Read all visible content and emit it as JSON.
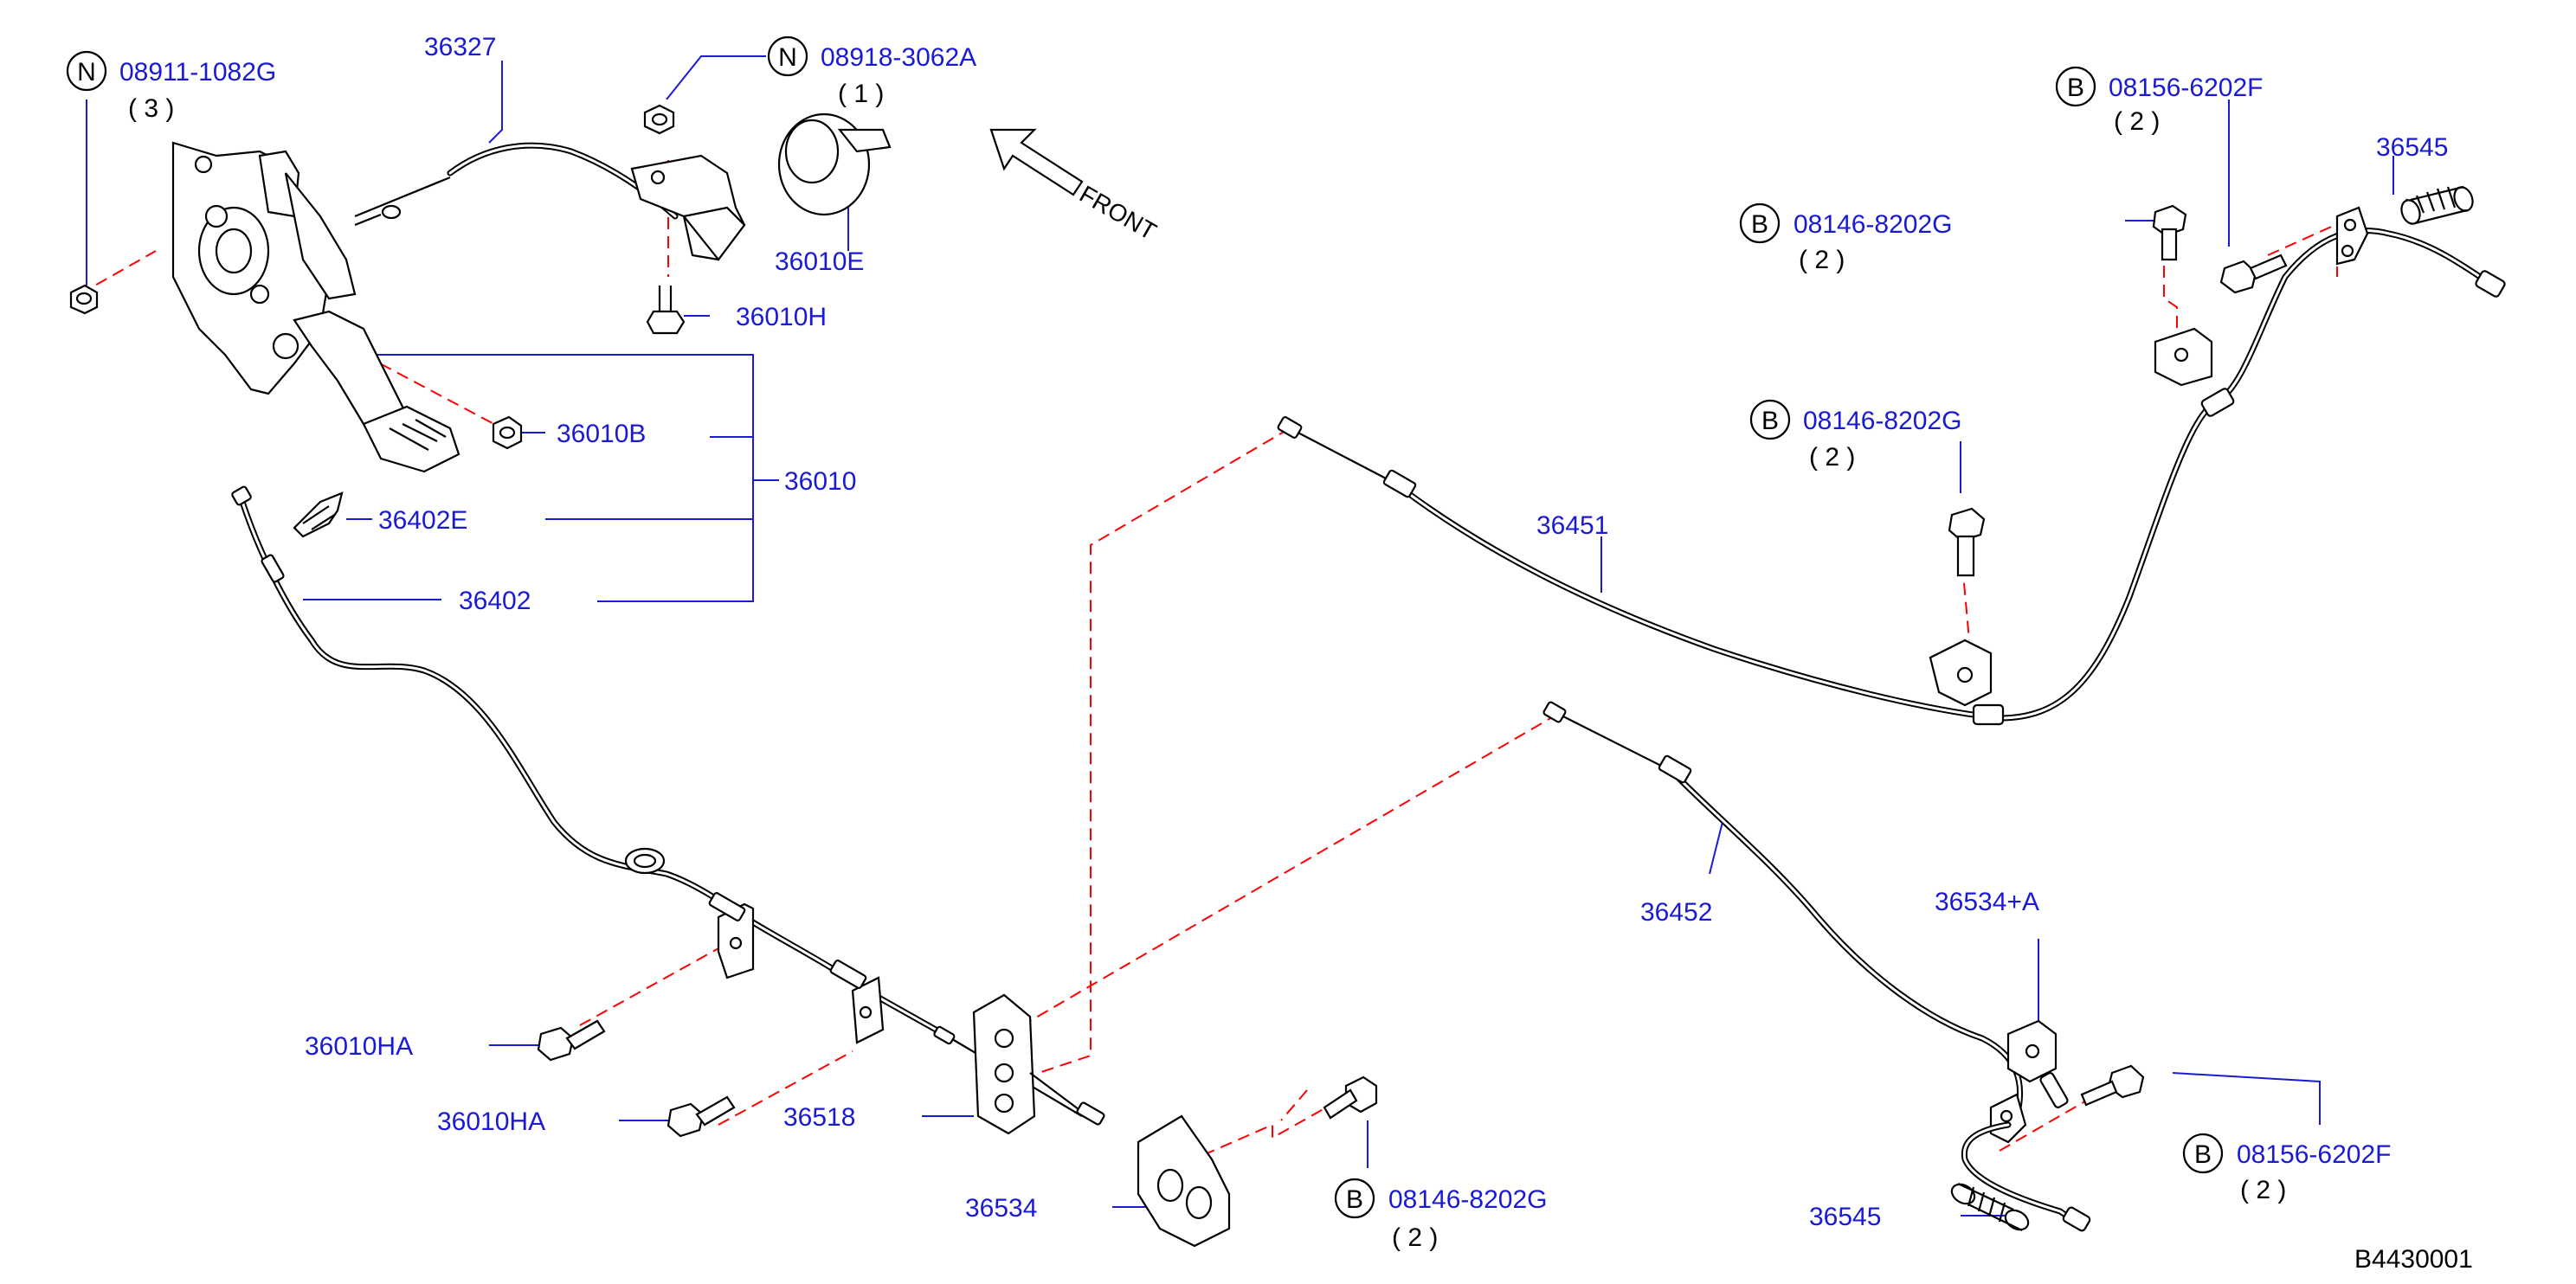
{
  "diagram": {
    "code": "B4430001",
    "front_label": "FRONT",
    "callouts": [
      {
        "id": "c-08911",
        "prefix": "N",
        "part": "08911-1082G",
        "qty": "( 3 )"
      },
      {
        "id": "c-08918",
        "prefix": "N",
        "part": "08918-3062A",
        "qty": "( 1 )"
      },
      {
        "id": "c-08156-top",
        "prefix": "B",
        "part": "08156-6202F",
        "qty": "( 2 )"
      },
      {
        "id": "c-08146-a",
        "prefix": "B",
        "part": "08146-8202G",
        "qty": "( 2 )"
      },
      {
        "id": "c-08146-b",
        "prefix": "B",
        "part": "08146-8202G",
        "qty": "( 2 )"
      },
      {
        "id": "c-08156-bot",
        "prefix": "B",
        "part": "08156-6202F",
        "qty": "( 2 )"
      },
      {
        "id": "c-08146-c",
        "prefix": "B",
        "part": "08146-8202G",
        "qty": "( 2 )"
      }
    ],
    "labels": {
      "p36327": "36327",
      "p36010E": "36010E",
      "p36010H": "36010H",
      "p36010B": "36010B",
      "p36010": "36010",
      "p36402E": "36402E",
      "p36402": "36402",
      "p36010HA_1": "36010HA",
      "p36010HA_2": "36010HA",
      "p36518": "36518",
      "p36534": "36534",
      "p36451": "36451",
      "p36452": "36452",
      "p36534A": "36534+A",
      "p36545_top": "36545",
      "p36545_bot": "36545"
    }
  },
  "colors": {
    "label": "#1a1ad6",
    "leader": "#1a1ad6",
    "dashed_guide": "#ff0000",
    "linework": "#000000",
    "background": "#ffffff"
  }
}
